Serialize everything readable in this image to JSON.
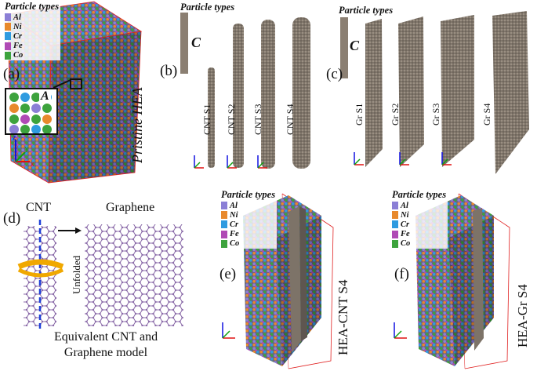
{
  "legend": {
    "title": "Particle types",
    "items": [
      {
        "label": "Al",
        "color": "#8b7fd6"
      },
      {
        "label": "Ni",
        "color": "#e8892c"
      },
      {
        "label": "Cr",
        "color": "#2f9be0"
      },
      {
        "label": "Fe",
        "color": "#b04ab5"
      },
      {
        "label": "Co",
        "color": "#3da33d"
      }
    ]
  },
  "carbon_legend": {
    "title": "Particle types",
    "label": "C",
    "color": "#8b7f72"
  },
  "panels": {
    "a": {
      "label": "(a)",
      "caption": "Pristine HEA",
      "inset_label": "A"
    },
    "b": {
      "label": "(b)",
      "tubes": [
        "CNT S1",
        "CNT S2",
        "CNT S3",
        "CNT S4"
      ]
    },
    "c": {
      "label": "(c)",
      "sheets": [
        "Gr S1",
        "Gr S2",
        "Gr S3",
        "Gr S4"
      ]
    },
    "d": {
      "label": "(d)",
      "cnt_title": "CNT",
      "graphene_title": "Graphene",
      "unfolded": "Unfolded",
      "caption_line1": "Equivalent CNT and",
      "caption_line2": "Graphene model"
    },
    "e": {
      "label": "(e)",
      "caption": "HEA-CNT S4"
    },
    "f": {
      "label": "(f)",
      "caption": "HEA-Gr S4"
    }
  },
  "axes": {
    "x": "x",
    "y": "y",
    "z": "z"
  },
  "colors": {
    "atom_al": "#8b7fd6",
    "atom_ni": "#e8892c",
    "atom_cr": "#2f9be0",
    "atom_fe": "#b04ab5",
    "atom_co": "#3da33d",
    "carbon": "#7d7368",
    "box_edge": "#e02020",
    "hex_lattice": "#8a6aa8",
    "axis_red": "#e01010",
    "axis_green": "#10a010",
    "axis_blue": "#1010e0"
  }
}
